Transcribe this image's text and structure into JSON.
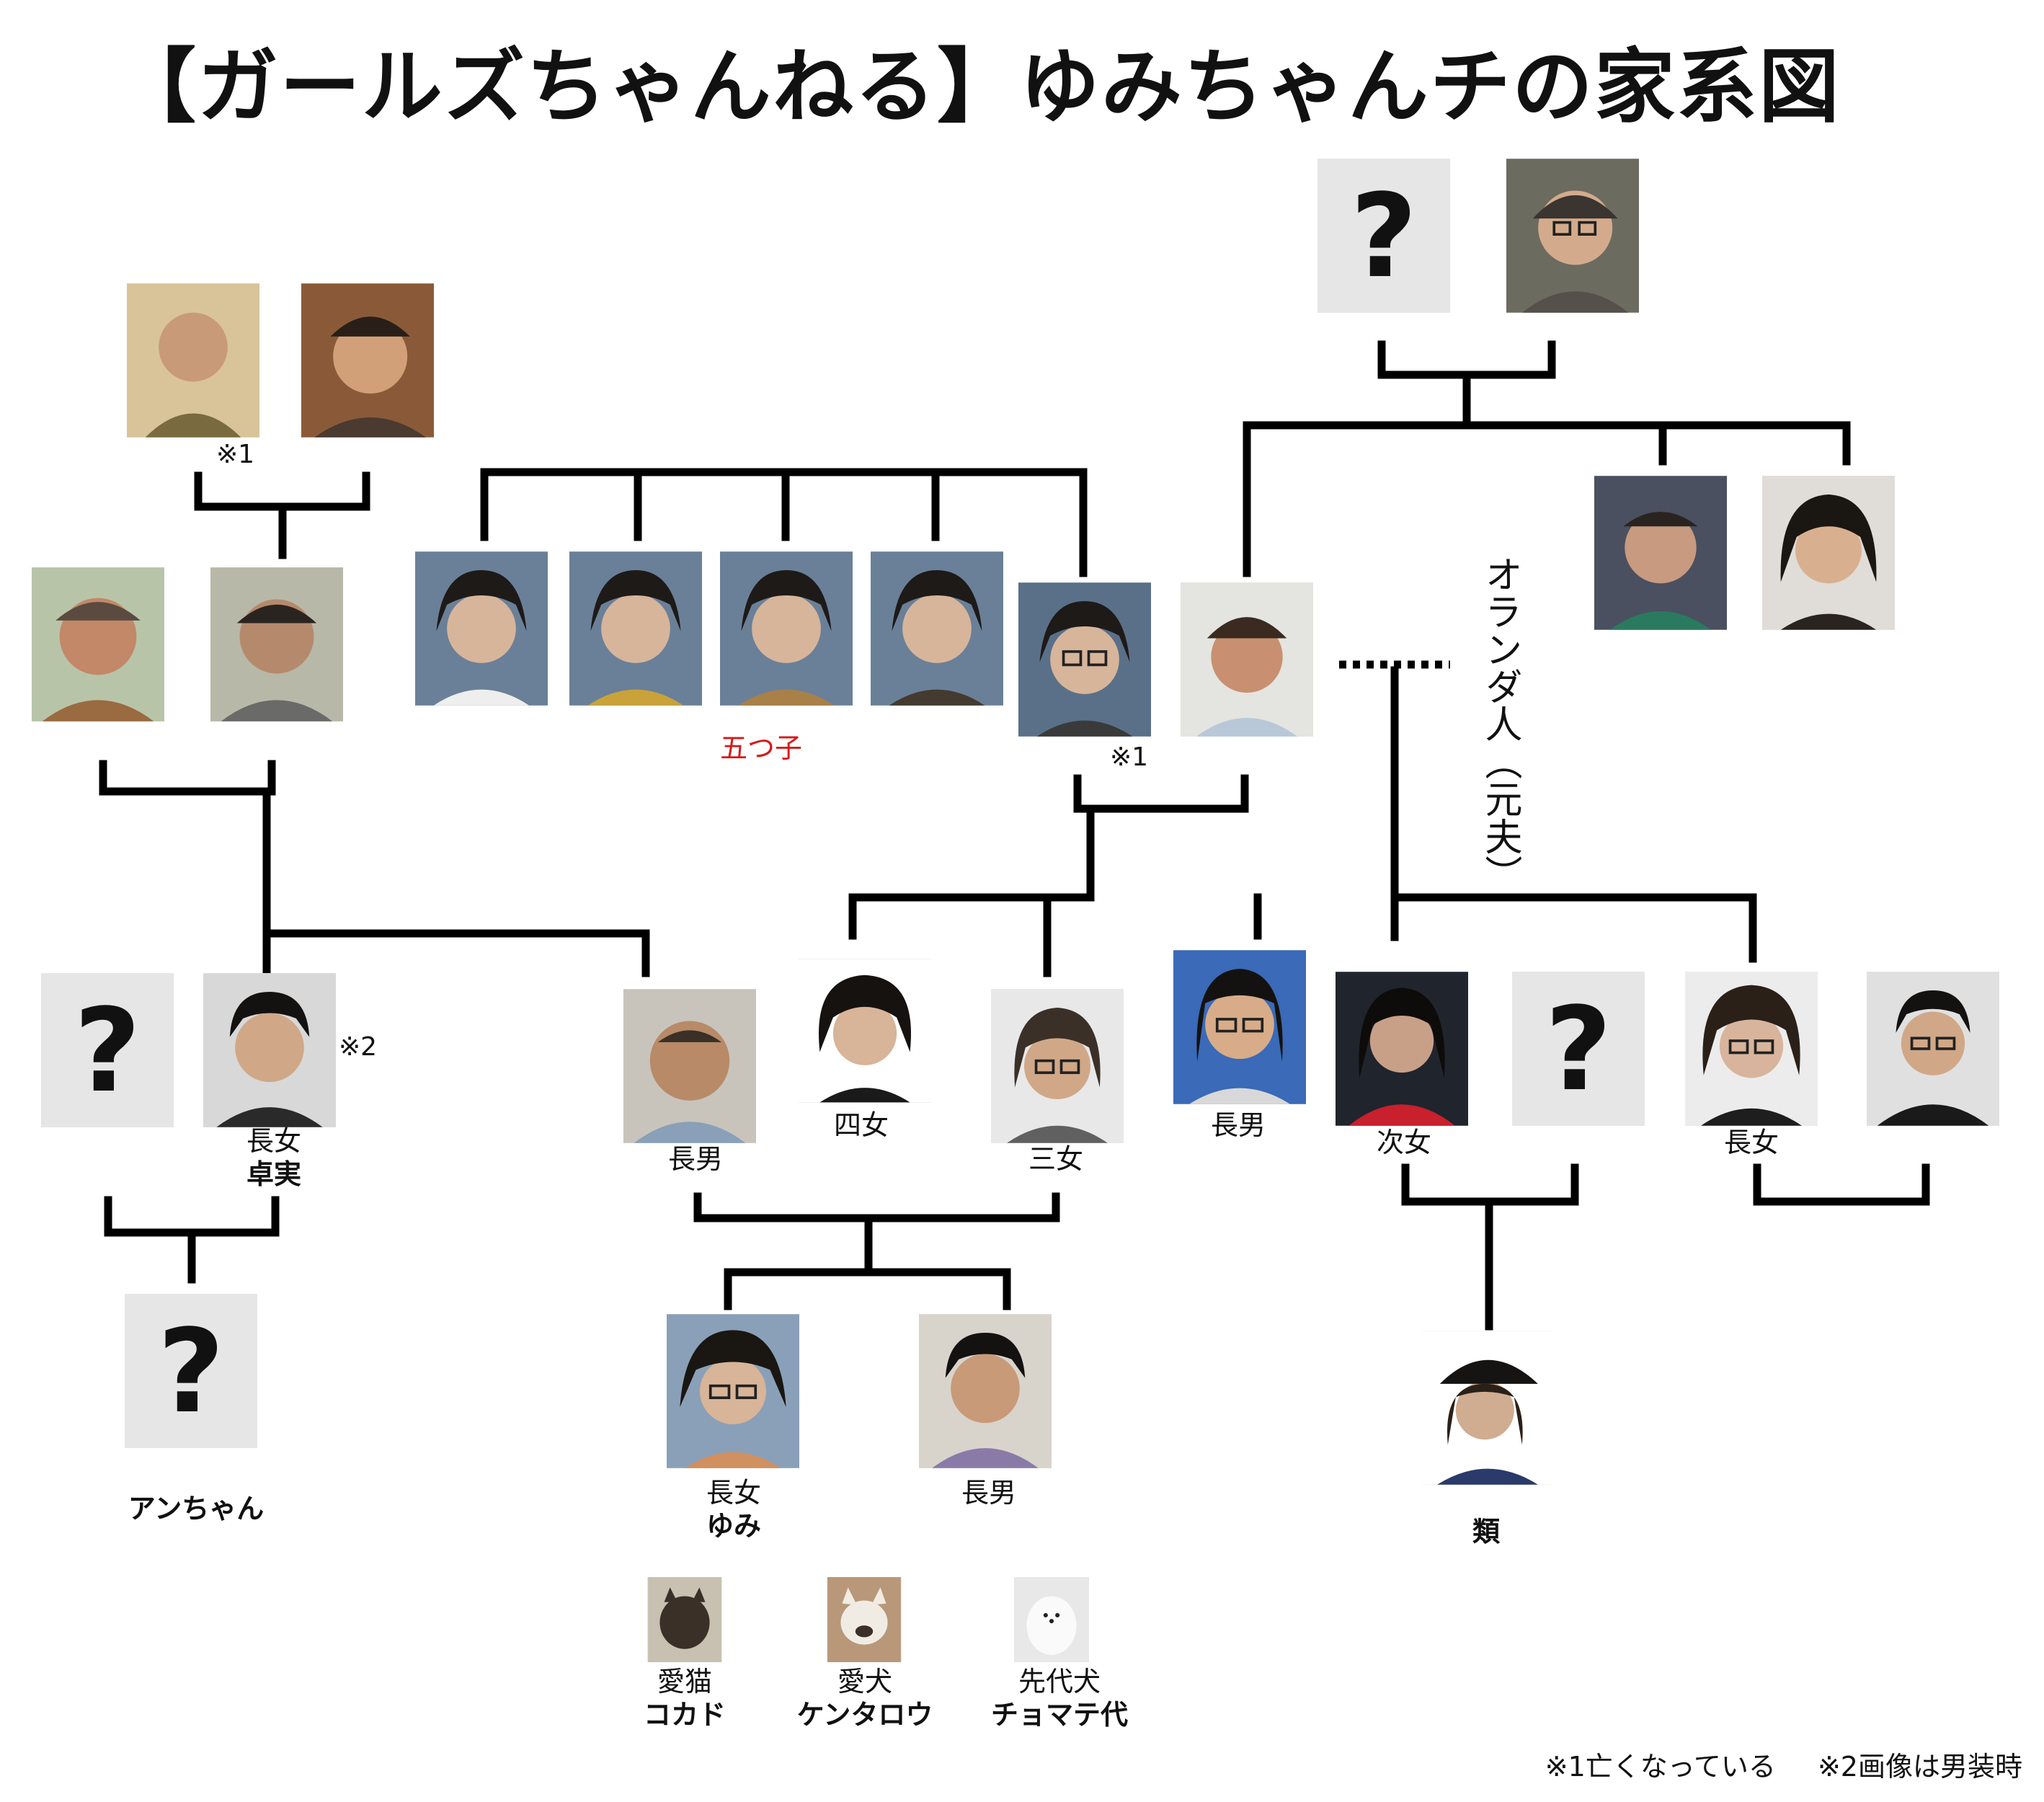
{
  "title": "【ガールズちゃんねる】ゆみちゃんチの家系図",
  "unknown_mark": "?",
  "marks": {
    "note1": "※1",
    "note2": "※2"
  },
  "labels": {
    "quintuplets": "五つ子",
    "dutch_ex": "オランダ人（元夫）",
    "eldest_daughter": "長女",
    "takumi": "卓実",
    "eldest_son": "長男",
    "fourth_daughter": "四女",
    "third_daughter": "三女",
    "second_daughter": "次女",
    "yumi": "ゆみ",
    "an_chan": "アンちゃん",
    "rui": "類",
    "cat_role": "愛猫",
    "cat_name": "コカド",
    "dog_role": "愛犬",
    "dog_name": "ケンタロウ",
    "old_dog_role": "先代犬",
    "old_dog_name": "チョマテ代"
  },
  "footer": {
    "note1": "※1亡くなっている",
    "note2": "※2画像は男装時"
  },
  "colors": {
    "line": "#000000",
    "unknown_bg": "#e6e6e6",
    "accent_red": "#d61a1a"
  }
}
